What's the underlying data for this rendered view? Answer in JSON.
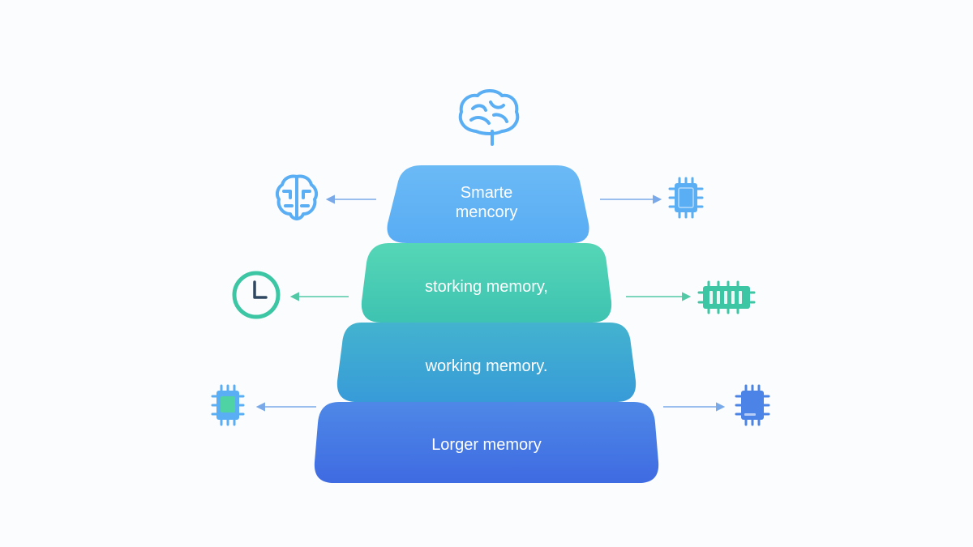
{
  "tiers": [
    {
      "label_lines": [
        "Smarte",
        "mencory"
      ],
      "color_top": "#63b6f5",
      "color_bottom": "#5aaef4"
    },
    {
      "label_lines": [
        "storking memory,"
      ],
      "color_top": "#4fd3b4",
      "color_bottom": "#3cc6b0"
    },
    {
      "label_lines": [
        "working memory."
      ],
      "color_top": "#3fb1cf",
      "color_bottom": "#3a9fd6"
    },
    {
      "label_lines": [
        "Lorger memory"
      ],
      "color_top": "#4b83e6",
      "color_bottom": "#3f6fe3"
    }
  ],
  "icons": {
    "top": "brain-icon",
    "left": [
      "brain-icon",
      "clock-icon",
      "chip-icon"
    ],
    "right": [
      "chip-icon",
      "memory-module-icon",
      "chip-icon"
    ]
  },
  "colors": {
    "blue": "#5aaef4",
    "green": "#3cc6a4",
    "arrow_blue": "#7aa9ea",
    "arrow_green": "#52c9a6"
  }
}
